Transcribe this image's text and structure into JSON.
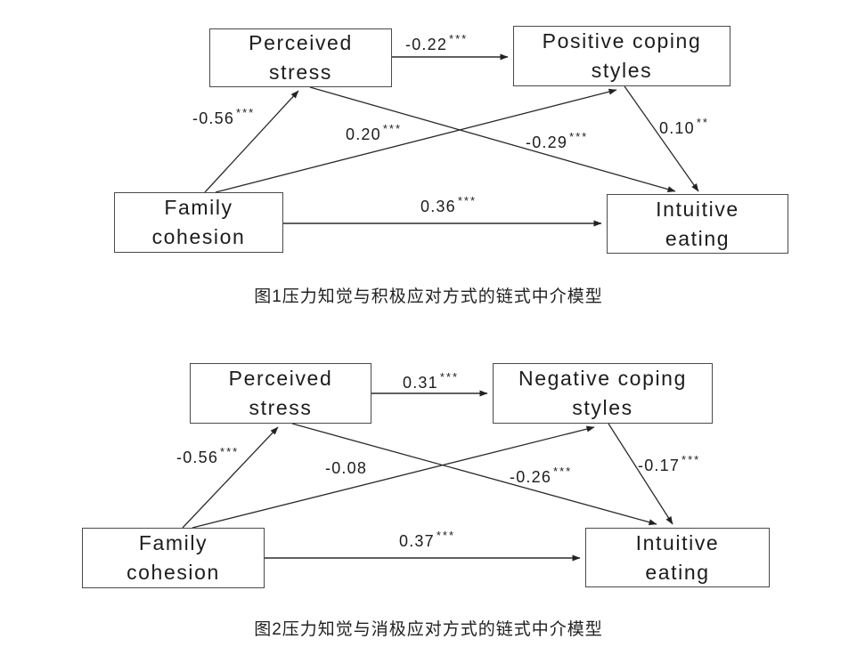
{
  "page": {
    "background": "#ffffff",
    "line_color": "#2b2b2b",
    "border_color": "#4a4a4a",
    "text_color": "#1c1c1c"
  },
  "figures": [
    {
      "caption": "图1压力知觉与积极应对方式的链式中介模型",
      "nodes": {
        "perceived_stress": "Perceived stress",
        "coping_styles": "Positive coping styles",
        "family_cohesion": "Family cohesion",
        "intuitive_eating": "Intuitive eating"
      },
      "paths": [
        {
          "from": "Perceived stress",
          "to": "Positive coping styles",
          "value": "-0.22",
          "sig": "***"
        },
        {
          "from": "Family cohesion",
          "to": "Perceived stress",
          "value": "-0.56",
          "sig": "***"
        },
        {
          "from": "Family cohesion",
          "to": "Positive coping styles",
          "value": "0.20",
          "sig": "***"
        },
        {
          "from": "Perceived stress",
          "to": "Intuitive eating",
          "value": "-0.29",
          "sig": "***"
        },
        {
          "from": "Positive coping styles",
          "to": "Intuitive eating",
          "value": "0.10",
          "sig": "**"
        },
        {
          "from": "Family cohesion",
          "to": "Intuitive eating",
          "value": "0.36",
          "sig": "***"
        }
      ]
    },
    {
      "caption": "图2压力知觉与消极应对方式的链式中介模型",
      "nodes": {
        "perceived_stress": "Perceived stress",
        "coping_styles": "Negative coping styles",
        "family_cohesion": "Family cohesion",
        "intuitive_eating": "Intuitive eating"
      },
      "paths": [
        {
          "from": "Perceived stress",
          "to": "Negative coping styles",
          "value": "0.31",
          "sig": "***"
        },
        {
          "from": "Family cohesion",
          "to": "Perceived stress",
          "value": "-0.56",
          "sig": "***"
        },
        {
          "from": "Family cohesion",
          "to": "Negative coping styles",
          "value": "-0.08",
          "sig": ""
        },
        {
          "from": "Perceived stress",
          "to": "Intuitive eating",
          "value": "-0.26",
          "sig": "***"
        },
        {
          "from": "Negative coping styles",
          "to": "Intuitive eating",
          "value": "-0.17",
          "sig": "***"
        },
        {
          "from": "Family cohesion",
          "to": "Intuitive eating",
          "value": "0.37",
          "sig": "***"
        }
      ]
    }
  ]
}
